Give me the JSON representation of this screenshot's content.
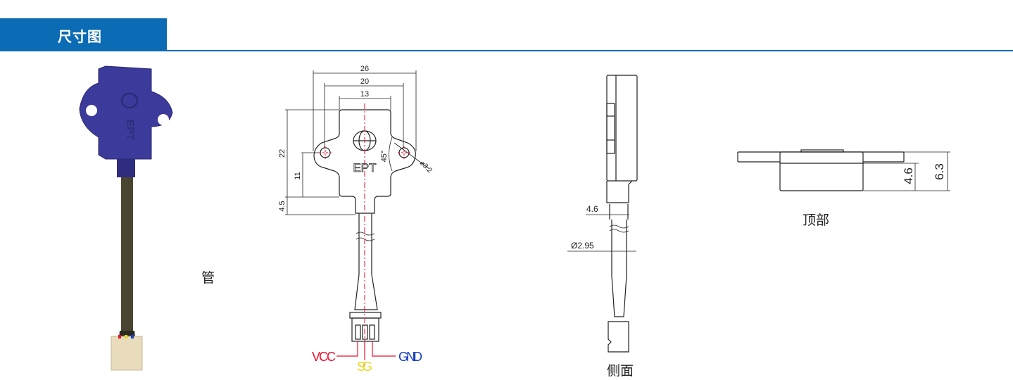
{
  "header": {
    "title": "尺寸图"
  },
  "photo": {
    "brand": "EPT",
    "body_color": "#3c3a9a",
    "cable_color": "#4a4530"
  },
  "stray_text": "管",
  "front_view": {
    "dims": {
      "overall_width": "26",
      "hole_spacing": "20",
      "body_width": "13",
      "height": "22",
      "hole_height": "11",
      "neck": "4.5",
      "angle": "45°",
      "hole_dia": "⌀3.2"
    },
    "logo_text": "EPT",
    "pins": {
      "vcc": "VCC",
      "sg": "SG",
      "gnd": "GND"
    },
    "pin_colors": {
      "vcc": "#e8112d",
      "sg": "#e6d81c",
      "gnd": "#1a3fc8"
    }
  },
  "side_view": {
    "label": "侧面",
    "dims": {
      "neck": "4.6",
      "cable_dia": "Ø2.95"
    }
  },
  "top_view": {
    "label": "顶部",
    "dims": {
      "body_height": "4.6",
      "total_height": "6.3"
    }
  },
  "colors": {
    "accent": "#0b6bb5",
    "centerline": "#e8112d"
  }
}
